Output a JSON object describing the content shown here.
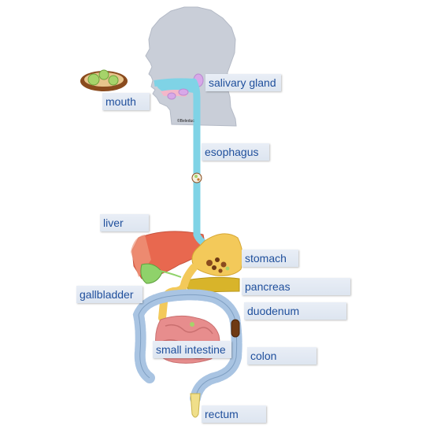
{
  "labels": {
    "salivary_gland": "salivary gland",
    "mouth": "mouth",
    "esophagus": "esophagus",
    "liver": "liver",
    "stomach": "stomach",
    "pancreas": "pancreas",
    "gallbladder": "gallbladder",
    "duodenum": "duodenum",
    "small_intestine": "small intestine",
    "colon": "colon",
    "rectum": "rectum"
  },
  "brand_mark": "©Beleduc",
  "colors": {
    "label_text": "#1f4f9c",
    "head": "#c9ced8",
    "esophagus": "#7fd3e6",
    "liver": "#e8684f",
    "stomach": "#f3c95a",
    "pancreas": "#d8b42a",
    "colon": "#a9c4e2",
    "small_intestine": "#e78d8d",
    "rectum": "#f0df8a"
  }
}
